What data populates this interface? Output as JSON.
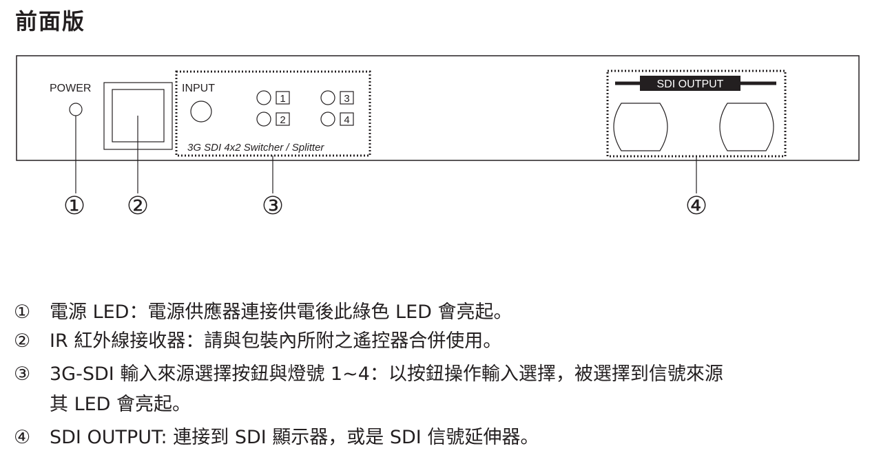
{
  "title": "前面版",
  "panel": {
    "power_label": "POWER",
    "input_label": "INPUT",
    "model_text": "3G SDI 4x2 Switcher / Splitter",
    "output_label": "SDI OUTPUT",
    "input_leds": [
      "1",
      "2",
      "3",
      "4"
    ]
  },
  "callouts": [
    "①",
    "②",
    "③",
    "④"
  ],
  "descriptions": [
    {
      "num": "①",
      "text": "電源 LED：電源供應器連接供電後此綠色 LED 會亮起。"
    },
    {
      "num": "②",
      "text": "IR 紅外線接收器：請與包裝內所附之遙控器合併使用。"
    },
    {
      "num": "③",
      "text": "3G-SDI 輸入來源選擇按鈕與燈號 1~4：以按鈕操作輸入選擇，被選擇到信號來源"
    },
    {
      "num": "",
      "text": "其 LED 會亮起。"
    },
    {
      "num": "④",
      "text": "SDI OUTPUT: 連接到 SDI 顯示器，或是 SDI 信號延伸器。"
    }
  ]
}
